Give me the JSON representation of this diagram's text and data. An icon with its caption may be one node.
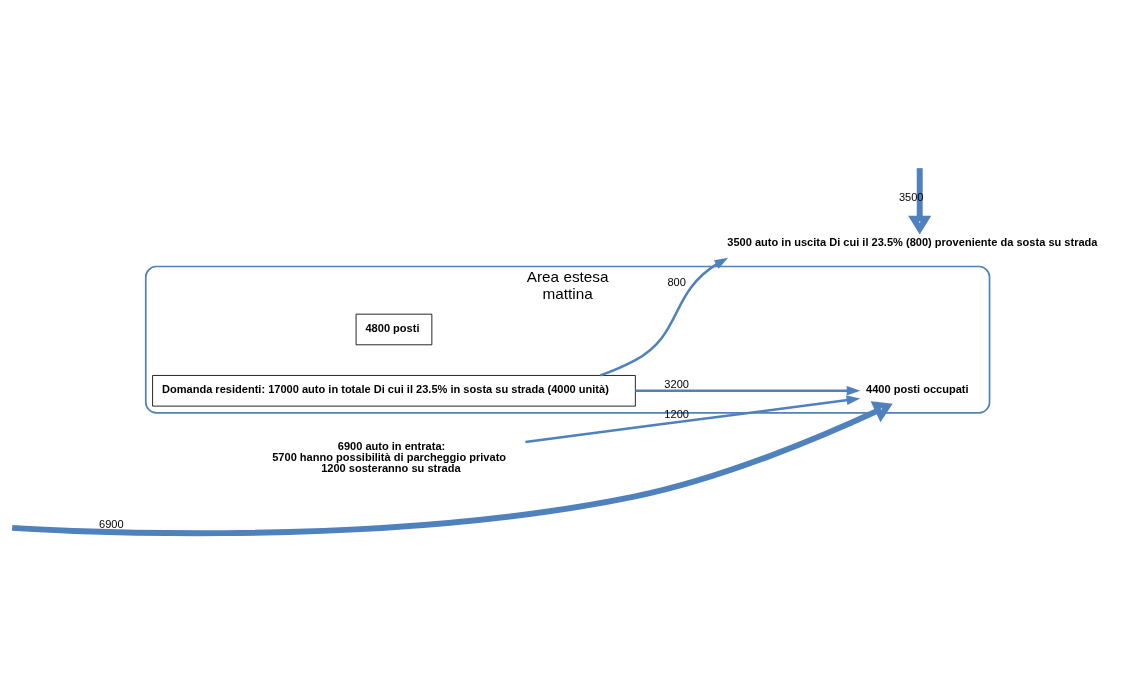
{
  "diagram": {
    "nodes": [
      {
        "text": [
          "Area estesa",
          "mattina"
        ]
      },
      {
        "text": [
          "4800 posti"
        ],
        "in": 0
      },
      {
        "text": [
          "Domanda residenti: 17000 auto in totale Di cui il 23.5% in sosta su strada (4000 unità)"
        ],
        "in": 0
      },
      {
        "text": [
          "4400 posti occupati"
        ],
        "in": 0
      },
      {
        "text": [
          "6900 auto in entrata:",
          "5700 hanno possibilità di parcheggio privato",
          "1200 sosteranno su strada"
        ]
      },
      {
        "text": [
          "3500 auto in uscita Di cui il 23.5% (800) proveniente da sosta su strada"
        ]
      }
    ],
    "edges": [
      {
        "from": null,
        "to": 3,
        "arrow": "to",
        "label": "6900",
        "style": "thick"
      },
      {
        "from": 4,
        "to": 3,
        "arrow": "to",
        "label": "1200"
      },
      {
        "from": null,
        "to": 5,
        "arrow": "to",
        "label": "3500",
        "style": "thick"
      },
      {
        "from": 2,
        "to": 5,
        "arrow": "to",
        "label": "800"
      },
      {
        "from": 2,
        "to": 3,
        "arrow": "to",
        "label": "3200"
      }
    ]
  }
}
